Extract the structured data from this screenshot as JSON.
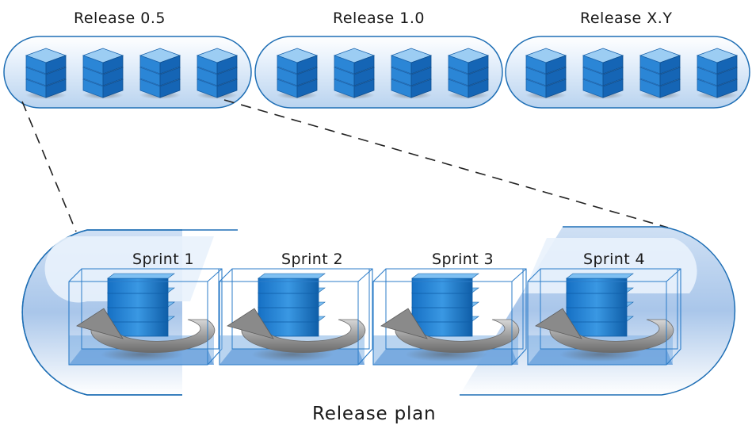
{
  "releases": [
    {
      "label": "Release 0.5",
      "sprints": 4
    },
    {
      "label": "Release 1.0",
      "sprints": 4
    },
    {
      "label": "Release  X.Y",
      "sprints": 4
    }
  ],
  "sprints": [
    {
      "label": "Sprint 1"
    },
    {
      "label": "Sprint 2"
    },
    {
      "label": "Sprint 3"
    },
    {
      "label": "Sprint 4"
    }
  ],
  "plan_label": "Release plan",
  "colors": {
    "outline": "#1f6fb5",
    "pill_fill": "#dbe9f8",
    "cube_top": "#8fc5f0",
    "cube_front": "#1d7fd0",
    "arrow": "#9a9a9a",
    "dash": "#222222"
  }
}
